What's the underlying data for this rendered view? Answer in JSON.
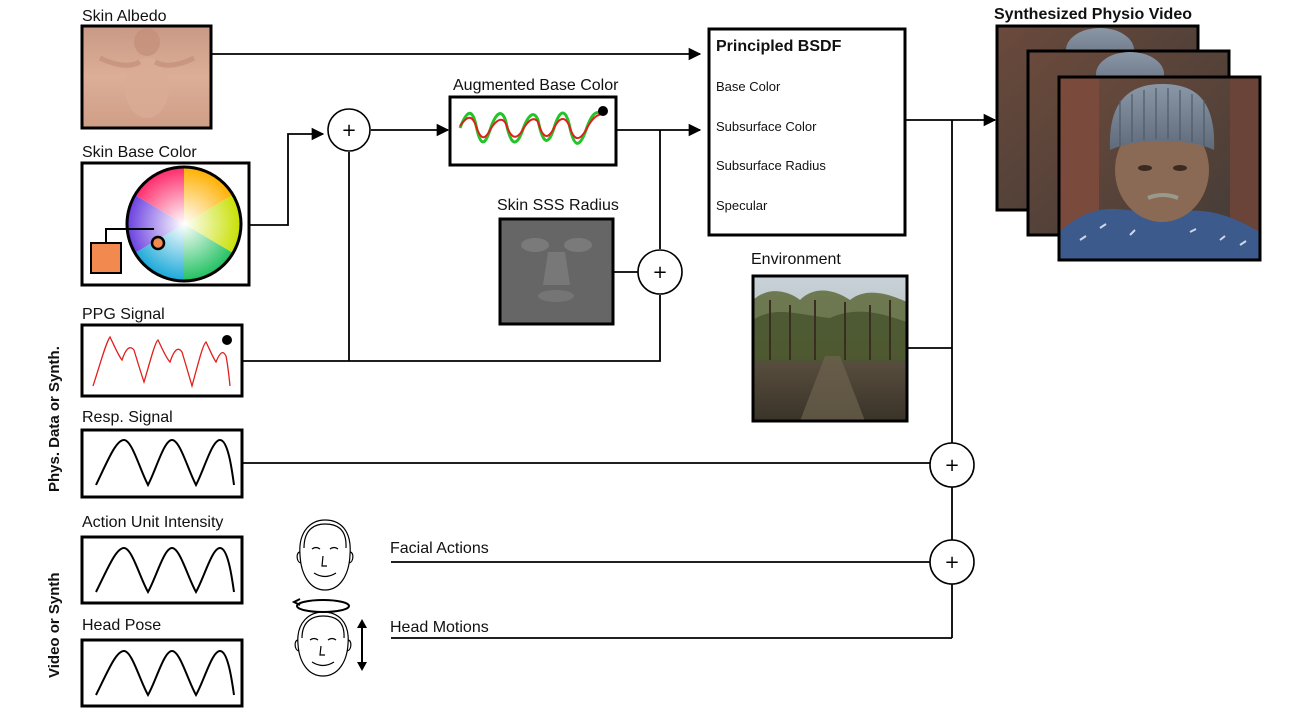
{
  "inputs": {
    "skin_albedo": "Skin Albedo",
    "skin_base_color": "Skin Base Color",
    "ppg_signal": "PPG Signal",
    "resp_signal": "Resp. Signal",
    "action_unit_intensity": "Action Unit Intensity",
    "head_pose": "Head Pose"
  },
  "side_labels": {
    "phys": "Phys. Data or Synth.",
    "video": "Video or  Synth"
  },
  "nodes": {
    "augmented_base_color": "Augmented Base Color",
    "skin_sss_radius": "Skin SSS Radius",
    "environment": "Environment",
    "output_title": "Synthesized Physio Video"
  },
  "bsdf": {
    "title": "Principled BSDF",
    "items": [
      "Base Color",
      "Subsurface Color",
      "Subsurface Radius",
      "Specular"
    ]
  },
  "actions": {
    "facial": "Facial Actions",
    "head": "Head Motions"
  },
  "sum_symbol": "+",
  "colors": {
    "ppg_red": "#e0201c",
    "aug_green": "#22c42a",
    "swatch_orange": "#f28a4f",
    "albedo_skin": "#d4a28a",
    "sss_gray": "#666666"
  },
  "icons": [
    "color-wheel-icon",
    "face-icon",
    "rotate-arrow-icon",
    "vertical-arrow-icon"
  ]
}
